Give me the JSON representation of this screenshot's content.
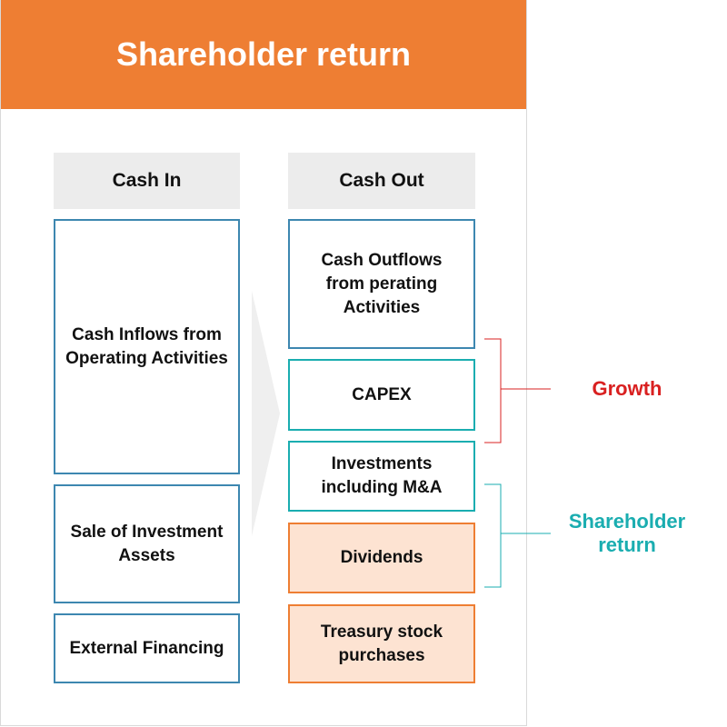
{
  "title": "Shareholder return",
  "cash_in": {
    "header": "Cash In",
    "items": [
      "Cash Inflows from Operating Activities",
      "Sale of Investment Assets",
      "External Financing"
    ]
  },
  "cash_out": {
    "header": "Cash Out",
    "items": [
      "Cash Outflows from perating Activities",
      "CAPEX",
      "Investments including M&A",
      "Dividends",
      "Treasury stock purchases"
    ]
  },
  "groups": {
    "growth": "Growth",
    "shareholder_return": "Shareholder return"
  },
  "colors": {
    "orange": "#EE7E33",
    "teal": "#1aadb0",
    "red": "#d92020",
    "blue": "#3d87b0"
  }
}
